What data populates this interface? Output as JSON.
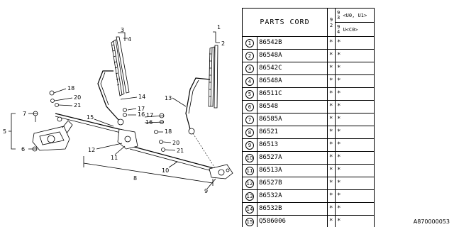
{
  "table": {
    "header_title": "PARTS CORD",
    "header_year_a": "9",
    "header_year_b": "2",
    "header_variant_1_line1": "9",
    "header_variant_1_line2": "3",
    "header_variant_1_text": "<U0, U1>",
    "header_variant_2_line1": "9",
    "header_variant_2_line2": "4",
    "header_variant_2_text": "U<C0>",
    "rows": [
      {
        "no": "1",
        "code": "86542B",
        "a": "*",
        "b": "*"
      },
      {
        "no": "2",
        "code": "86548A",
        "a": "*",
        "b": "*"
      },
      {
        "no": "3",
        "code": "86542C",
        "a": "*",
        "b": "*"
      },
      {
        "no": "4",
        "code": "86548A",
        "a": "*",
        "b": "*"
      },
      {
        "no": "5",
        "code": "86511C",
        "a": "*",
        "b": "*"
      },
      {
        "no": "6",
        "code": "86548",
        "a": "*",
        "b": "*"
      },
      {
        "no": "7",
        "code": "86585A",
        "a": "*",
        "b": "*"
      },
      {
        "no": "8",
        "code": "86521",
        "a": "*",
        "b": "*"
      },
      {
        "no": "9",
        "code": "86513",
        "a": "*",
        "b": "*"
      },
      {
        "no": "10",
        "code": "86527A",
        "a": "*",
        "b": "*"
      },
      {
        "no": "11",
        "code": "86513A",
        "a": "*",
        "b": "*"
      },
      {
        "no": "12",
        "code": "86527B",
        "a": "*",
        "b": "*"
      },
      {
        "no": "13",
        "code": "86532A",
        "a": "*",
        "b": "*"
      },
      {
        "no": "14",
        "code": "86532B",
        "a": "*",
        "b": "*"
      },
      {
        "no": "15",
        "code": "Q586006",
        "a": "*",
        "b": "*"
      }
    ]
  },
  "callouts": {
    "c1": "1",
    "c2": "2",
    "c3": "3",
    "c4": "4",
    "c5": "5",
    "c6": "6",
    "c7": "7",
    "c8": "8",
    "c9": "9",
    "c10": "10",
    "c11": "11",
    "c12": "12",
    "c13": "13",
    "c14": "14",
    "c15": "15",
    "c16a": "16",
    "c16b": "16",
    "c17a": "17",
    "c17b": "17",
    "c18a": "18",
    "c18b": "18",
    "c20a": "20",
    "c20b": "20",
    "c21a": "21",
    "c21b": "21"
  },
  "doc_code": "A870000053"
}
